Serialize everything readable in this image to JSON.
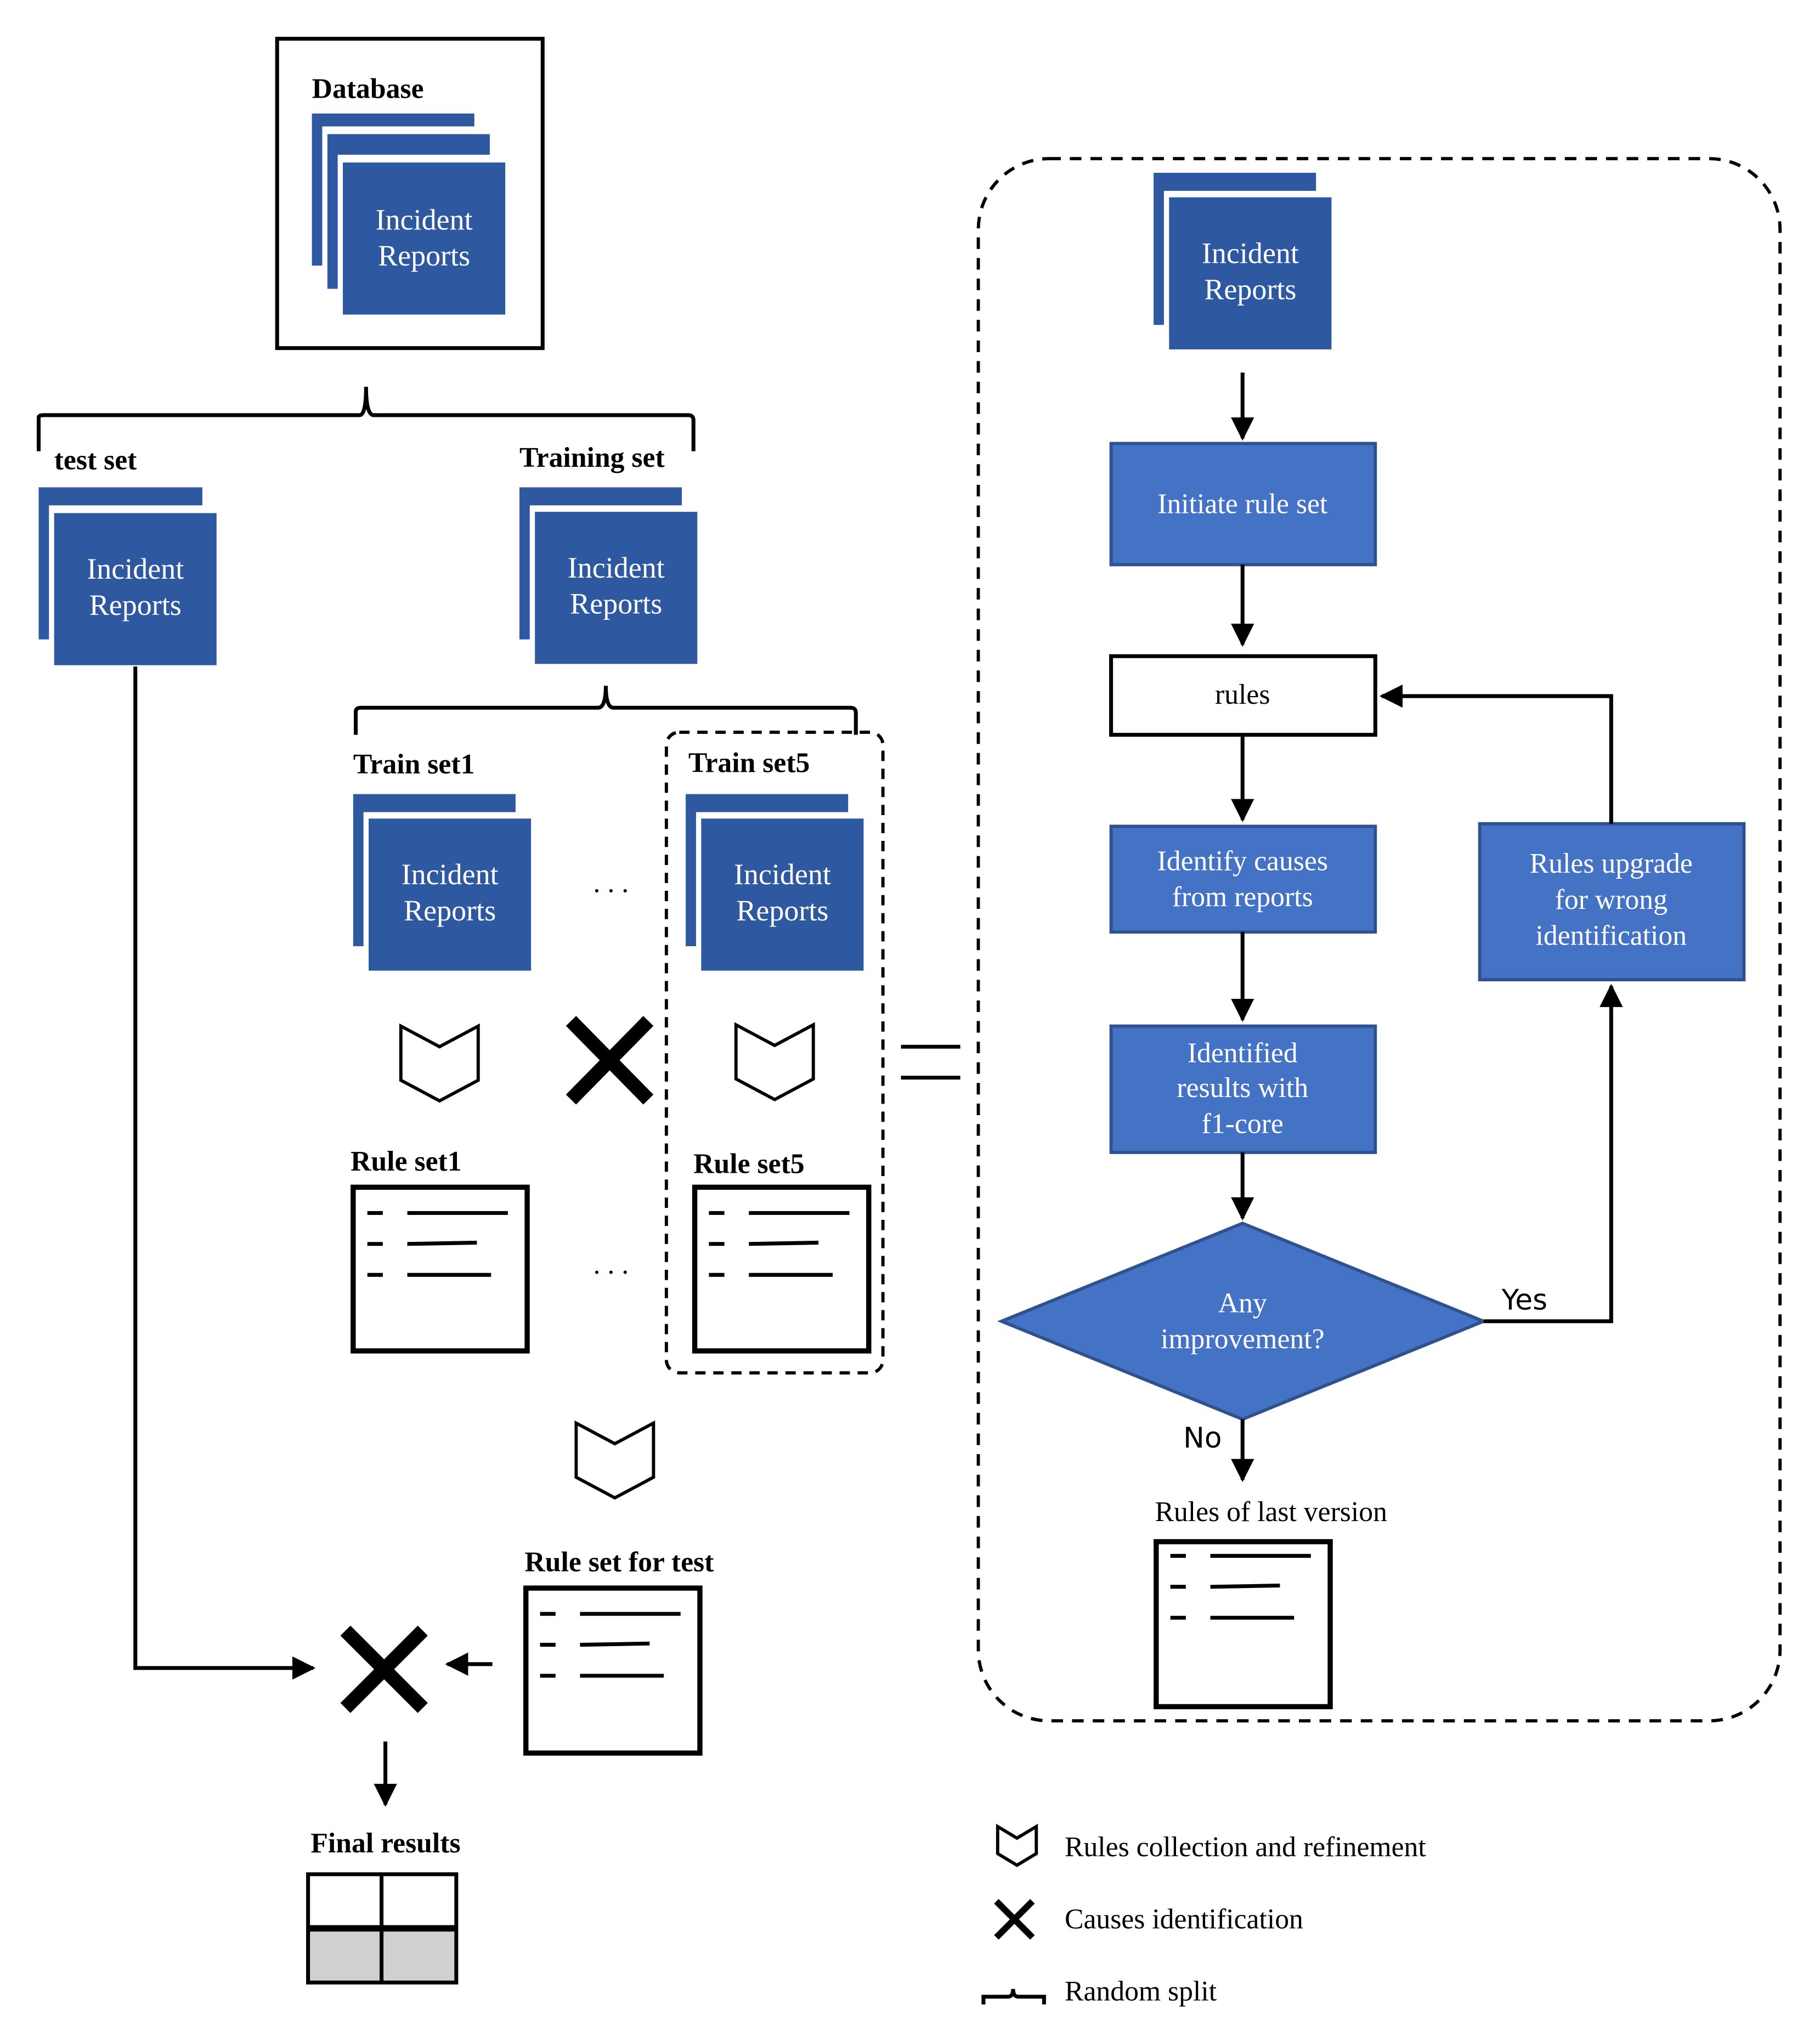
{
  "colors": {
    "report_blue": "#2e59a1",
    "process_blue": "#4472c4",
    "process_border": "#2f528f",
    "final_gray": "#d0d0d0"
  },
  "labels": {
    "database": "Database",
    "incident_line1": "Incident",
    "incident_line2": "Reports",
    "test_set": "test set",
    "training_set": "Training set",
    "train_set1": "Train set1",
    "train_set5": "Train set5",
    "ellipsis": ". . .",
    "rule_set1": "Rule set1",
    "rule_set5": "Rule set5",
    "rule_set_for_test": "Rule set for test",
    "final_results": "Final results"
  },
  "flow": {
    "initiate": "Initiate rule set",
    "rules": "rules",
    "identify_1": "Identify causes",
    "identify_2": "from reports",
    "identified_1": "Identified",
    "identified_2": "results with",
    "identified_3": "f1-core",
    "decision_1": "Any",
    "decision_2": "improvement?",
    "upgrade_1": "Rules upgrade",
    "upgrade_2": "for wrong",
    "upgrade_3": "identification",
    "yes": "Yes",
    "no": "No",
    "last_version": "Rules of last version"
  },
  "legend": {
    "chevron_label": "Rules collection and refinement",
    "cross_label": "Causes identification",
    "split_label": "Random split"
  },
  "icons": {
    "chevron": "pentagon-chevron-icon",
    "cross": "x-cross-icon",
    "split": "bracket-split-icon",
    "ruleset": "ruleset-document-icon",
    "reports": "stacked-reports-icon"
  }
}
